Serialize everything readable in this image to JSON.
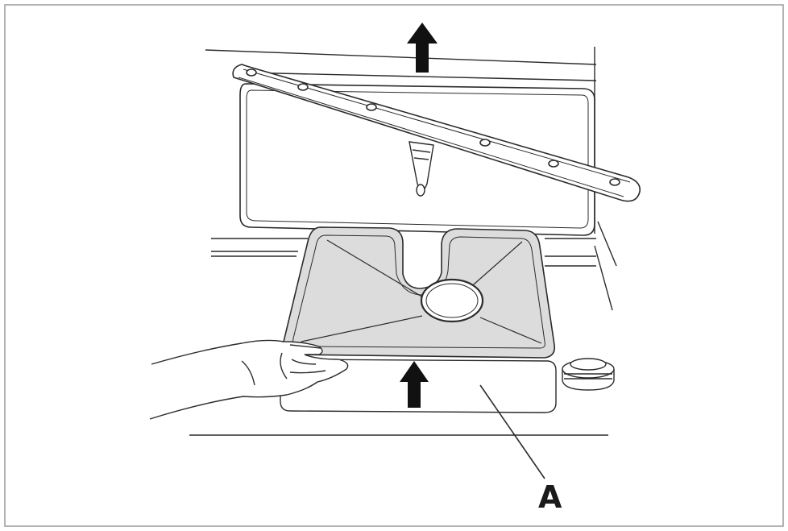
{
  "diagram": {
    "callout_label": "A",
    "colors": {
      "line": "#2b2b2b",
      "filter_fill": "#dcdcdc",
      "frame": "#9a9a9a",
      "arrow": "#111111"
    },
    "icons": [
      "up-arrow-icon",
      "hand-icon",
      "spray-arm",
      "filter-plate",
      "drain-cap"
    ]
  }
}
